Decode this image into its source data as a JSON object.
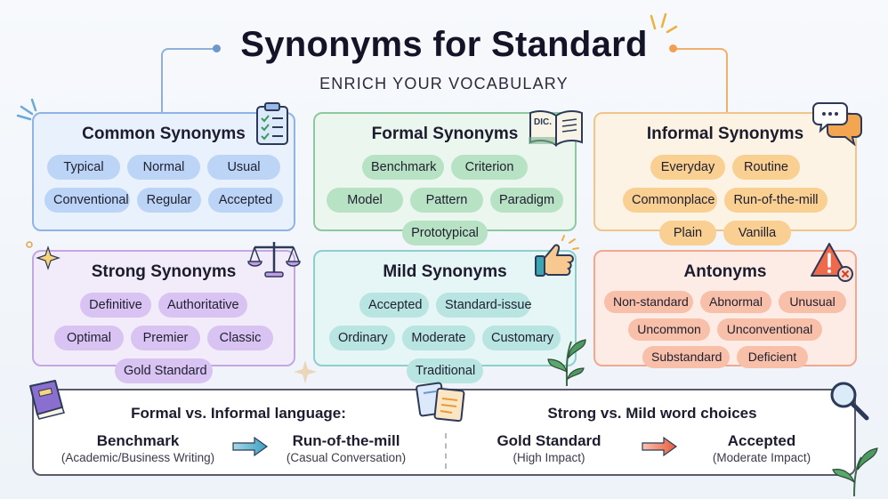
{
  "header": {
    "title": "Synonyms for Standard",
    "subtitle": "ENRICH YOUR VOCABULARY"
  },
  "cards": {
    "common": {
      "title": "Common Synonyms",
      "words": [
        "Typical",
        "Normal",
        "Usual",
        "Conventional",
        "Regular",
        "Accepted"
      ]
    },
    "formal": {
      "title": "Formal Synonyms",
      "words": [
        "Benchmark",
        "Criterion",
        "Model",
        "Pattern",
        "Paradigm",
        "Prototypical"
      ]
    },
    "informal": {
      "title": "Informal Synonyms",
      "words": [
        "Everyday",
        "Routine",
        "Commonplace",
        "Run-of-the-mill",
        "Plain",
        "Vanilla"
      ]
    },
    "strong": {
      "title": "Strong Synonyms",
      "words": [
        "Definitive",
        "Authoritative",
        "Optimal",
        "Premier",
        "Classic",
        "Gold Standard"
      ]
    },
    "mild": {
      "title": "Mild Synonyms",
      "words": [
        "Accepted",
        "Standard-issue",
        "Ordinary",
        "Moderate",
        "Customary",
        "Traditional"
      ]
    },
    "antonyms": {
      "title": "Antonyms",
      "words": [
        "Non-standard",
        "Abnormal",
        "Unusual",
        "Uncommon",
        "Unconventional",
        "Substandard",
        "Deficient"
      ]
    }
  },
  "dictionary_icon_label": "DIC.",
  "comparison": {
    "left": {
      "heading": "Formal vs. Informal language:",
      "from_word": "Benchmark",
      "from_note": "(Academic/Business Writing)",
      "to_word": "Run-of-the-mill",
      "to_note": "(Casual Conversation)"
    },
    "right": {
      "heading": "Strong vs. Mild word choices",
      "from_word": "Gold Standard",
      "from_note": "(High Impact)",
      "to_word": "Accepted",
      "to_note": "(Moderate Impact)"
    }
  },
  "colors": {
    "common": "#bcd4f5",
    "formal": "#b8e2c4",
    "informal": "#f9cf92",
    "strong": "#d9c3f2",
    "mild": "#b8e4e1",
    "antonyms": "#f8bfa9"
  },
  "icons": [
    "clipboard-checklist-icon",
    "open-dictionary-icon",
    "speech-bubbles-icon",
    "balance-scale-icon",
    "thumbs-up-icon",
    "warning-triangle-icon",
    "book-icon",
    "notes-icon",
    "magnifier-icon",
    "plant-icon",
    "sparkle-icon"
  ]
}
